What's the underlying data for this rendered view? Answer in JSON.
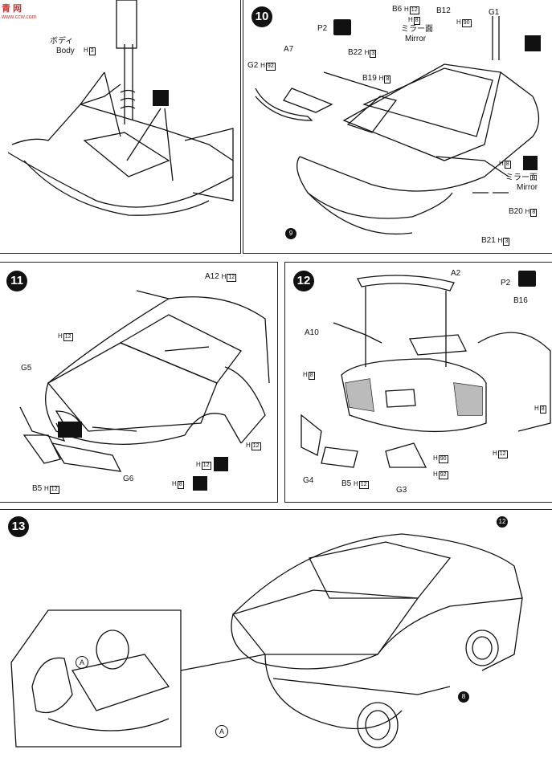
{
  "watermark": {
    "title": "青 网",
    "url": "www.ccw.com"
  },
  "steps": [
    "10",
    "11",
    "12",
    "13"
  ],
  "panel_top_left": {
    "part_label_jp": "ボディ",
    "part_label_en": "Body",
    "paint_code": "3"
  },
  "panel10": {
    "labels": {
      "P2": "P2",
      "A7": "A7",
      "G2": "G2",
      "G2_h": "92",
      "B22": "B22",
      "B22_h": "3",
      "B6": "B6",
      "B6_h": "12",
      "B6_h2": "8",
      "mirror_jp": "ミラー面",
      "mirror_en": "Mirror",
      "B12": "B12",
      "B12_h": "90",
      "G1": "G1",
      "B19": "B19",
      "B19_h": "8",
      "callout": "9",
      "right_h": "8",
      "right_mirror_jp": "ミラー面",
      "right_mirror_en": "Mirror",
      "B20": "B20",
      "B20_h": "8",
      "B21": "B21",
      "B21_h": "3"
    }
  },
  "panel11": {
    "labels": {
      "A12": "A12",
      "A12_h": "12",
      "G5": "G5",
      "H12": "12",
      "B5": "B5",
      "B5_h": "12",
      "G6": "G6",
      "H12_r": "12",
      "H8_r": "8",
      "H12_side": "12"
    }
  },
  "panel12": {
    "labels": {
      "A2": "A2",
      "P2": "P2",
      "B16": "B16",
      "A10": "A10",
      "H8_l": "8",
      "H8_r": "8",
      "H12": "12",
      "G4": "G4",
      "B5": "B5",
      "B5_h": "12",
      "G3": "G3",
      "H90": "90",
      "H92": "92"
    }
  },
  "panel13": {
    "labels": {
      "callout12": "12",
      "callout8": "8",
      "A_circle": "A",
      "A_circle2": "A"
    }
  }
}
